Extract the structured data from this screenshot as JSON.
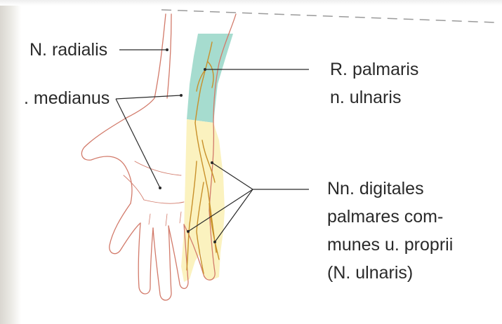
{
  "labels": {
    "radialis": "N. radialis",
    "medianus": ". medianus",
    "palmaris_line1": "R. palmaris",
    "palmaris_line2": "n. ulnaris",
    "digitales_line1": "Nn. digitales",
    "digitales_line2": "palmares com-",
    "digitales_line3": "munes u. proprii",
    "digitales_line4": "(N. ulnaris)"
  },
  "colors": {
    "ulnar_forearm_zone": "#a6dccf",
    "ulnar_hand_zone": "#fbf2bf",
    "skin_outline": "#d27a6a",
    "nerve": "#c8902a",
    "leader_line": "#2a2a2a"
  }
}
